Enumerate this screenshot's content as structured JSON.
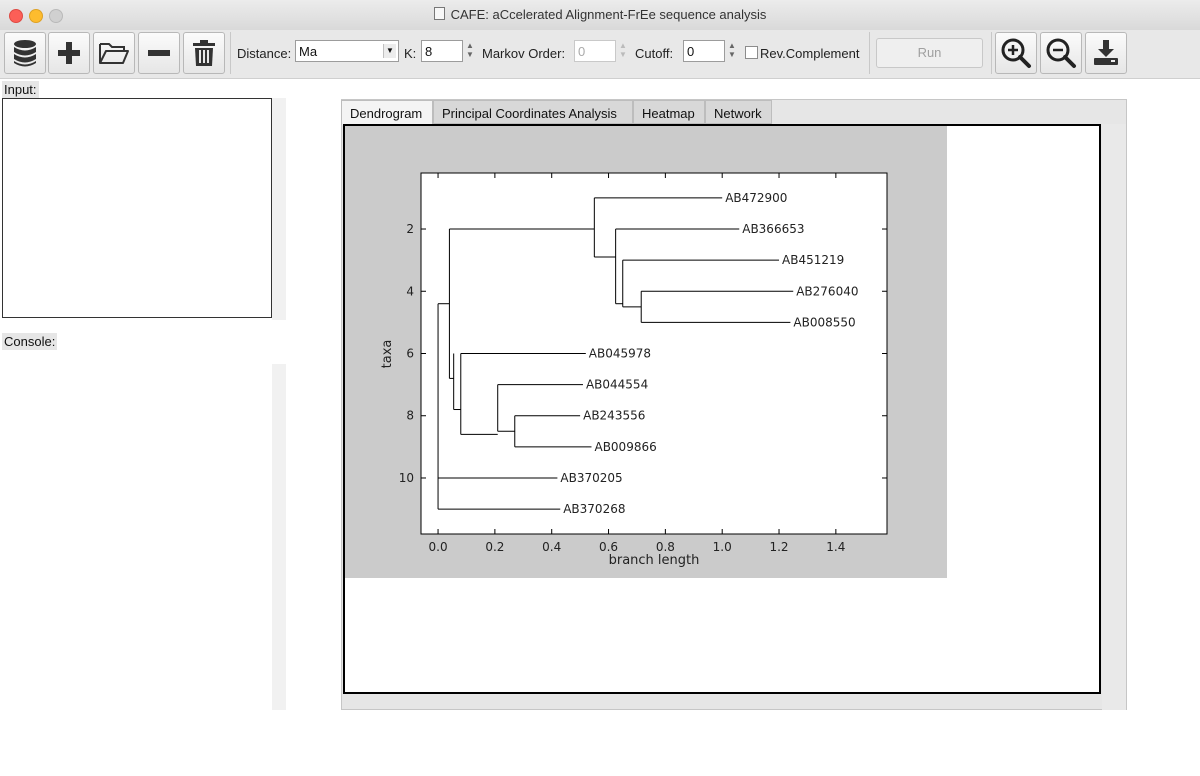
{
  "window": {
    "title": "CAFE: aCcelerated Alignment-FrEe sequence analysis"
  },
  "toolbar": {
    "icons": [
      "database-icon",
      "plus-icon",
      "folder-open-icon",
      "minus-icon",
      "trash-icon",
      "zoom-in-icon",
      "zoom-out-icon",
      "download-icon"
    ],
    "distance_label": "Distance:",
    "distance_value": "Ma",
    "k_label": "K:",
    "k_value": "8",
    "markov_label": "Markov Order:",
    "markov_value": "0",
    "cutoff_label": "Cutoff:",
    "cutoff_value": "0",
    "revcomp_label": "Rev.Complement",
    "revcomp_checked": false,
    "run_label": "Run"
  },
  "left": {
    "input_label": "Input:",
    "console_label": "Console:"
  },
  "tabs": [
    {
      "label": "Dendrogram",
      "active": true
    },
    {
      "label": "Principal Coordinates Analysis",
      "active": false
    },
    {
      "label": "Heatmap",
      "active": false
    },
    {
      "label": "Network",
      "active": false
    }
  ],
  "chart_data": {
    "type": "dendrogram",
    "xlabel": "branch length",
    "ylabel": "taxa",
    "xlim": [
      -0.06,
      1.58
    ],
    "ylim": [
      11.8,
      0.2
    ],
    "xticks": [
      "0.0",
      "0.2",
      "0.4",
      "0.6",
      "0.8",
      "1.0",
      "1.2",
      "1.4"
    ],
    "yticks": [
      "2",
      "4",
      "6",
      "8",
      "10"
    ],
    "leaves": [
      {
        "label": "AB472900",
        "y": 1,
        "x": 1.0
      },
      {
        "label": "AB366653",
        "y": 2,
        "x": 1.06
      },
      {
        "label": "AB451219",
        "y": 3,
        "x": 1.2
      },
      {
        "label": "AB276040",
        "y": 4,
        "x": 1.25
      },
      {
        "label": "AB008550",
        "y": 5,
        "x": 1.24
      },
      {
        "label": "AB045978",
        "y": 6,
        "x": 0.52
      },
      {
        "label": "AB044554",
        "y": 7,
        "x": 0.51
      },
      {
        "label": "AB243556",
        "y": 8,
        "x": 0.5
      },
      {
        "label": "AB009866",
        "y": 9,
        "x": 0.54
      },
      {
        "label": "AB370205",
        "y": 10,
        "x": 0.42
      },
      {
        "label": "AB370268",
        "y": 11,
        "x": 0.43
      }
    ],
    "branches": [
      {
        "x": 0.0,
        "y1": 4.4,
        "y2": 11
      },
      {
        "x": 0.0,
        "y1": 10,
        "y2": 10
      },
      {
        "x": 0.04,
        "y1": 2.0,
        "y2": 6.8
      },
      {
        "x": 0.055,
        "y1": 6.0,
        "y2": 7.8
      },
      {
        "x": 0.08,
        "y1": 6.0,
        "y2": 8.6
      },
      {
        "x": 0.21,
        "y1": 7.0,
        "y2": 8.5
      },
      {
        "x": 0.27,
        "y1": 8.0,
        "y2": 9.0
      },
      {
        "x": 0.55,
        "y1": 1.0,
        "y2": 2.9
      },
      {
        "x": 0.625,
        "y1": 2.0,
        "y2": 4.4
      },
      {
        "x": 0.65,
        "y1": 3.0,
        "y2": 4.5
      },
      {
        "x": 0.715,
        "y1": 4.0,
        "y2": 5.0
      }
    ],
    "links": [
      {
        "x1": 0.0,
        "x2": 0.04,
        "y": 4.4
      },
      {
        "x1": 0.04,
        "x2": 0.55,
        "y": 2.0
      },
      {
        "x1": 0.04,
        "x2": 0.055,
        "y": 6.8
      },
      {
        "x1": 0.055,
        "x2": 0.08,
        "y": 7.8
      },
      {
        "x1": 0.08,
        "x2": 0.21,
        "y": 8.6
      },
      {
        "x1": 0.21,
        "x2": 0.27,
        "y": 8.5
      },
      {
        "x1": 0.55,
        "x2": 0.625,
        "y": 2.9
      },
      {
        "x1": 0.625,
        "x2": 0.65,
        "y": 4.4
      },
      {
        "x1": 0.65,
        "x2": 0.715,
        "y": 4.5
      }
    ],
    "tips": [
      {
        "x1": 0.55,
        "x2": 1.0,
        "y": 1
      },
      {
        "x1": 0.625,
        "x2": 1.06,
        "y": 2
      },
      {
        "x1": 0.65,
        "x2": 1.2,
        "y": 3
      },
      {
        "x1": 0.715,
        "x2": 1.25,
        "y": 4
      },
      {
        "x1": 0.715,
        "x2": 1.24,
        "y": 5
      },
      {
        "x1": 0.08,
        "x2": 0.52,
        "y": 6
      },
      {
        "x1": 0.21,
        "x2": 0.51,
        "y": 7
      },
      {
        "x1": 0.27,
        "x2": 0.5,
        "y": 8
      },
      {
        "x1": 0.27,
        "x2": 0.54,
        "y": 9
      },
      {
        "x1": 0.0,
        "x2": 0.42,
        "y": 10
      },
      {
        "x1": 0.0,
        "x2": 0.43,
        "y": 11
      }
    ]
  }
}
